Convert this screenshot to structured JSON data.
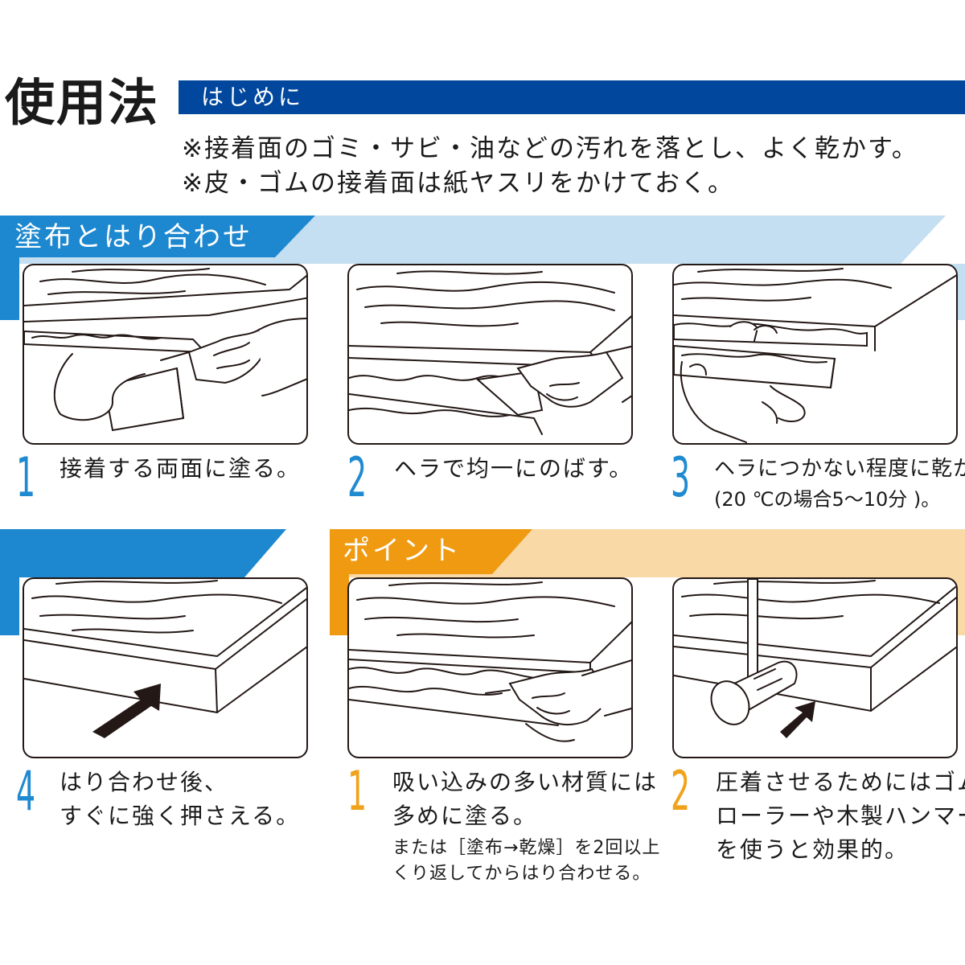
{
  "header": {
    "title": "使用法",
    "intro_label": "はじめに",
    "notes": [
      "※接着面のゴミ・サビ・油などの汚れを落とし、よく乾かす。",
      "※皮・ゴムの接着面は紙ヤスリをかけておく。"
    ]
  },
  "colors": {
    "intro_bar": "#00479d",
    "band_blue": "#1d88cf",
    "band_blue_light": "#c4def2",
    "band_orange": "#f09a12",
    "band_orange_light": "#f9d9a6",
    "number_blue": "#1f8ad0",
    "number_orange": "#f0a21a"
  },
  "section_application": {
    "label": "塗布とはり合わせ",
    "steps": [
      {
        "number": "1",
        "lines": [
          "接着する両面に塗る。"
        ]
      },
      {
        "number": "2",
        "lines": [
          "ヘラで均一にのばす。"
        ]
      },
      {
        "number": "3",
        "lines": [
          "ヘラにつかない程度に乾かす",
          "(20 ℃の場合5〜10分 )。"
        ]
      },
      {
        "number": "4",
        "lines": [
          "はり合わせ後、",
          "すぐに強く押さえる。"
        ]
      }
    ]
  },
  "section_points": {
    "label": "ポイント",
    "points": [
      {
        "number": "1",
        "lines": [
          "吸い込みの多い材質には",
          "多めに塗る。"
        ],
        "note_lines": [
          "または［塗布→乾燥］を2回以上",
          "くり返してからはり合わせる。"
        ]
      },
      {
        "number": "2",
        "lines": [
          "圧着させるためにはゴム",
          "ローラーや木製ハンマー",
          "を使うと効果的。"
        ]
      }
    ]
  },
  "illustrations": [
    "spread-glue-both-surfaces-illustration",
    "spatula-spreading-illustration",
    "drying-touch-test-illustration",
    "press-together-arrow-illustration",
    "apply-extra-glue-tube-illustration",
    "mallet-pressing-illustration"
  ]
}
